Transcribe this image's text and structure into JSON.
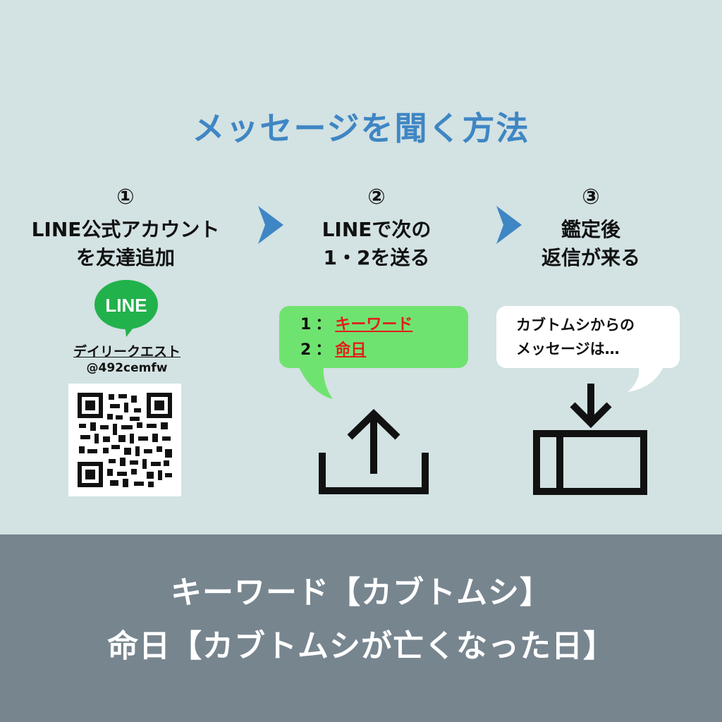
{
  "title": "メッセージを聞く方法",
  "steps": [
    {
      "num": "①",
      "lines": [
        "LINE公式アカウント",
        "を友達追加"
      ]
    },
    {
      "num": "②",
      "lines": [
        "LINEで次の",
        "1・2を送る"
      ]
    },
    {
      "num": "③",
      "lines": [
        "鑑定後",
        "返信が来る"
      ]
    }
  ],
  "line_logo": {
    "text": "LINE",
    "color": "#22b24c"
  },
  "account": {
    "name": "デイリークエスト",
    "id": "@492cemfw"
  },
  "send_bubble": {
    "rows": [
      {
        "num": "1",
        "sep": "：",
        "keyword": "キーワード"
      },
      {
        "num": "2",
        "sep": "：",
        "keyword": "命日"
      }
    ],
    "color": "#6fe36f",
    "keyword_color": "#e31c1c"
  },
  "reply_bubble": {
    "lines": [
      "カブトムシからの",
      "メッセージは…"
    ]
  },
  "icons": {
    "upload": "upload-icon",
    "inbox": "inbox-download-icon",
    "arrow": "chevron-right-icon",
    "qr": "qr-code-icon"
  },
  "colors": {
    "background": "#d3e2e3",
    "title": "#3f86c4",
    "bottom_band": "#77858f",
    "chevron": "#3f86c4"
  },
  "bottom": {
    "line1": "キーワード【カブトムシ】",
    "line2": "命日【カブトムシが亡くなった日】"
  }
}
